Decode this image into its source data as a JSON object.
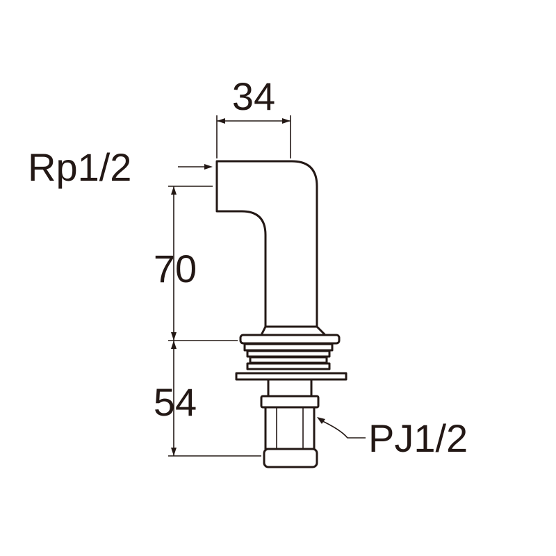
{
  "dimensions": {
    "width": "34",
    "upper_height": "70",
    "lower_height": "54"
  },
  "threads": {
    "inlet": "Rp1/2",
    "outlet": "PJ1/2"
  },
  "colors": {
    "line": "#231815",
    "background": "#ffffff"
  }
}
